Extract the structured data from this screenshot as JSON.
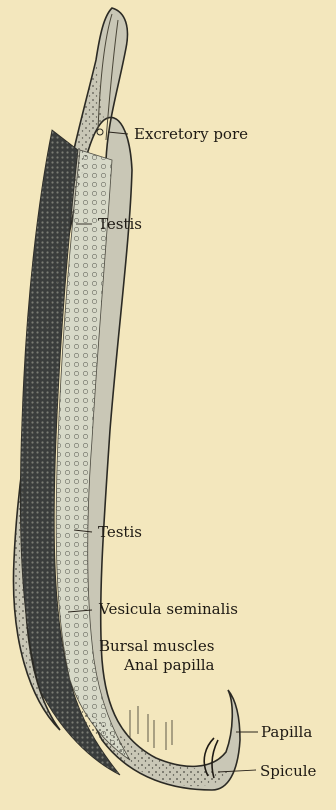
{
  "colors": {
    "paper": "#f3e7bd",
    "body_fill": "#c9c7b6",
    "gut_dark": "#3a3d3c",
    "testis_fill": "#d7d9c8",
    "outline": "#2b2a24",
    "ink": "#1e1a14"
  },
  "labels": {
    "excretory_pore": "Excretory pore",
    "testis_upper": "Testis",
    "testis_lower": "Testis",
    "vesicula_seminalis": "Vesicula seminalis",
    "bursal_muscles": "Bursal muscles",
    "anal_papilla": "Anal papilla",
    "papilla": "Papilla",
    "spicule": "Spicule"
  }
}
